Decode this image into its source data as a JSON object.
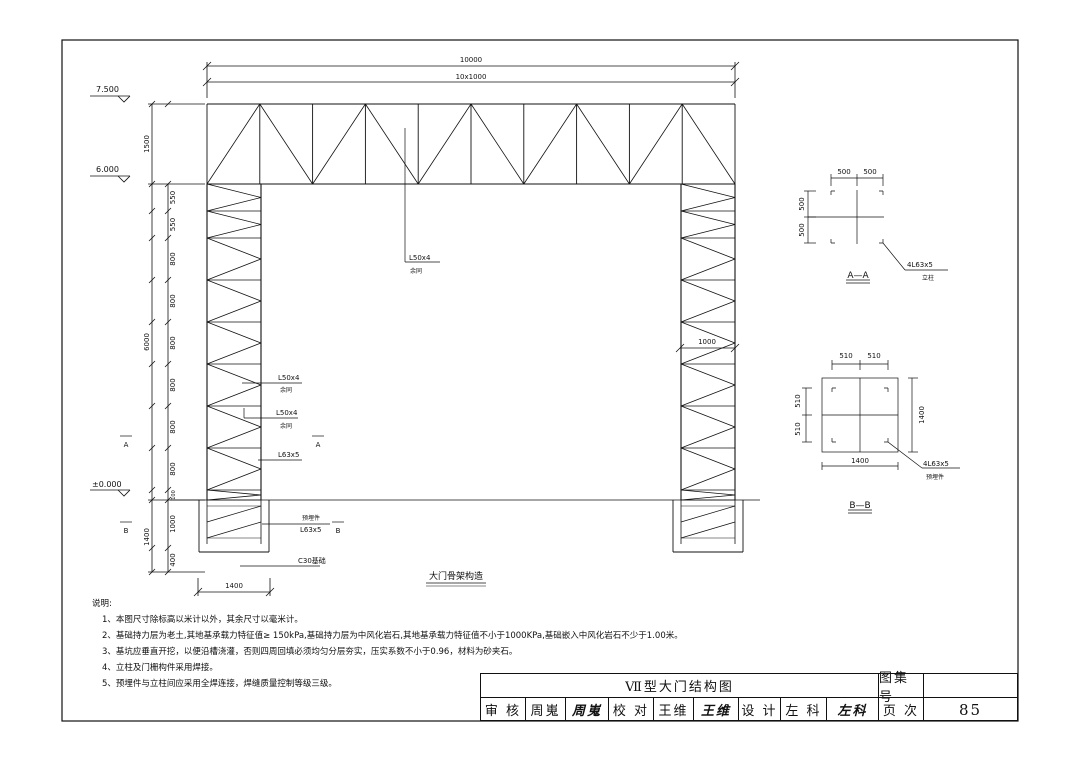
{
  "drawing": {
    "elevations": {
      "top": "7.500",
      "mid": "6.000",
      "ground": "±0.000"
    },
    "dims": {
      "span": "10000",
      "span_div": "10x1000",
      "truss_height": "1500",
      "column_height": "6000",
      "col_segments": [
        "550",
        "550",
        "800",
        "800",
        "800",
        "800",
        "800",
        "800",
        "100"
      ],
      "foundation_depth": [
        "1000",
        "400"
      ],
      "foundation_total": "1400",
      "foundation_width": "1400",
      "right_col_width": "1000"
    },
    "labels": {
      "truss_member": "L50x4",
      "truss_member_sub": "余同",
      "col_member1": "L50x4",
      "col_member1_sub": "余同",
      "col_member2": "L50x4",
      "col_member2_sub": "余同",
      "col_chord": "L63x5",
      "embed_label": "预埋件",
      "embed_size": "L63x5",
      "concrete": "C30基础",
      "section_a": "A",
      "section_b": "B",
      "title": "大门骨架构造"
    },
    "section_aa": {
      "dim_top": [
        "500",
        "500"
      ],
      "dim_left": [
        "500",
        "500"
      ],
      "title": "A—A",
      "member": "4L63x5",
      "member_sub": "立柱"
    },
    "section_bb": {
      "dim_top": [
        "510",
        "510"
      ],
      "dim_left": [
        "510",
        "510"
      ],
      "dim_right": "1400",
      "dim_bottom": "1400",
      "title": "B—B",
      "member": "4L63x5",
      "member_sub": "预埋件"
    }
  },
  "notes": {
    "heading": "说明:",
    "items": [
      "1、本图尺寸除标高以米计以外，其余尺寸以毫米计。",
      "2、基础持力层为老土,其地基承载力特征值≥ 150kPa,基础持力层为中风化岩石,其地基承载力特征值不小于1000KPa,基础嵌入中风化岩石不少于1.00米。",
      "3、基坑应垂直开挖，以便沿槽浇灌，否则四周回填必须均匀分层夯实，压实系数不小于0.96，材料为砂夹石。",
      "4、立柱及门栅构件采用焊接。",
      "5、预埋件与立柱间应采用全焊连接，焊缝质量控制等级三级。"
    ]
  },
  "title_block": {
    "title": "Ⅶ型大门结构图",
    "atlas_label": "图集号",
    "review_label": "审 核",
    "review_name": "周嵬",
    "review_sig": "周嵬",
    "check_label": "校 对",
    "check_name": "王维",
    "check_sig": "王维",
    "design_label": "设 计",
    "design_name": "左 科",
    "design_sig": "左科",
    "page_label": "页 次",
    "page_no": "85"
  }
}
